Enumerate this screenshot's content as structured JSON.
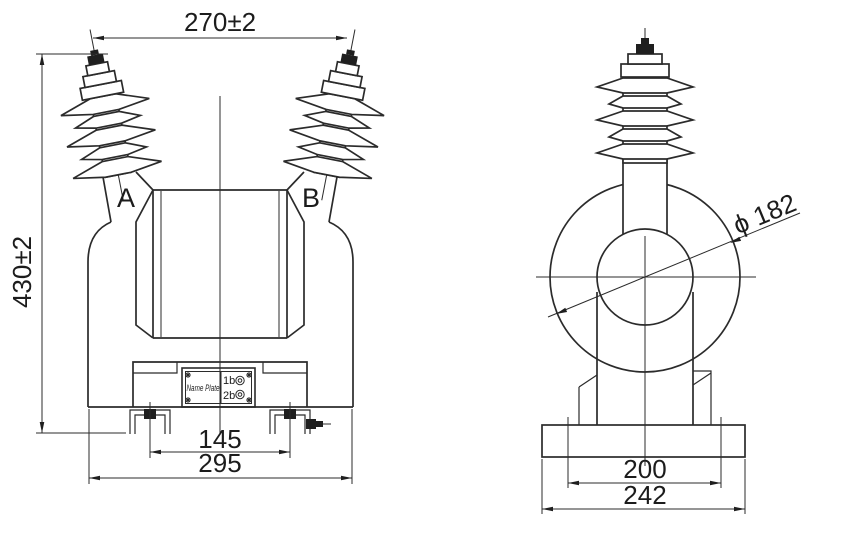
{
  "drawing": {
    "background_color": "#ffffff",
    "line_color": "#2b2b2b",
    "text_color": "#1c1c1c",
    "front_view": {
      "label_a": "A",
      "label_b": "B",
      "dim_terminal_spacing": "270±2",
      "dim_height": "430±2",
      "dim_mounting_holes": "145",
      "dim_base_width": "295",
      "name_plate": {
        "title": "Name Plate",
        "terminal_1": "1b",
        "terminal_2": "2b"
      }
    },
    "side_view": {
      "dim_diameter": "ϕ 182",
      "dim_base_inner": "200",
      "dim_base_outer": "242"
    }
  }
}
